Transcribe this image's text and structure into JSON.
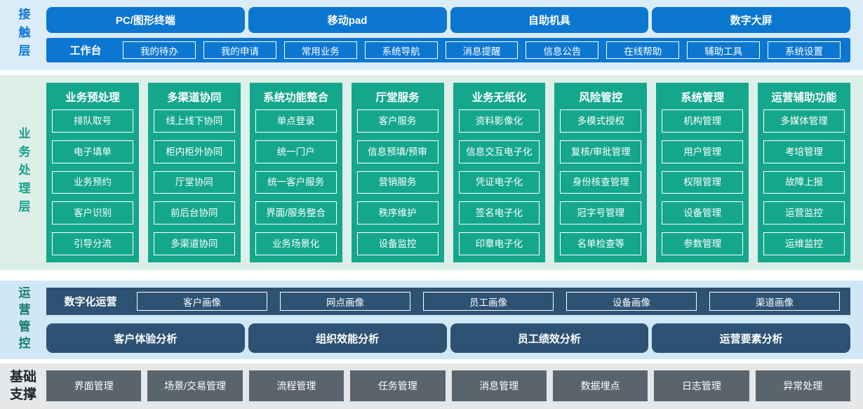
{
  "colors": {
    "accent_blue": "#0c77d1",
    "teal_green": "#14a78c",
    "dark_slate_blue": "#2d5273",
    "slate_gray": "#5a646d",
    "bg_light_blue": "#daecf8",
    "bg_light_green": "#ddefe9",
    "bg_ops_blue": "#d0e7f6",
    "bg_light_gray": "#e5e7e9"
  },
  "contact_layer": {
    "label": "接触层",
    "terminals": [
      "PC/图形终端",
      "移动pad",
      "自助机具",
      "数字大屏"
    ],
    "workbench": {
      "label": "工作台",
      "items": [
        "我的待办",
        "我的申请",
        "常用业务",
        "系统导航",
        "消息提醒",
        "信息公告",
        "在线帮助",
        "辅助工具",
        "系统设置"
      ]
    }
  },
  "business_layer": {
    "label": "业务处理层",
    "columns": [
      {
        "title": "业务预处理",
        "items": [
          "排队取号",
          "电子填单",
          "业务预约",
          "客户识别",
          "引导分流"
        ]
      },
      {
        "title": "多渠道协同",
        "items": [
          "线上线下协同",
          "柜内柜外协同",
          "厅堂协同",
          "前后台协同",
          "多渠道协同"
        ]
      },
      {
        "title": "系统功能整合",
        "items": [
          "单点登录",
          "统一门户",
          "统一客户服务",
          "界面/服务整合",
          "业务场景化"
        ]
      },
      {
        "title": "厅堂服务",
        "items": [
          "客户服务",
          "信息预填/预审",
          "营销服务",
          "秩序维护",
          "设备监控"
        ]
      },
      {
        "title": "业务无纸化",
        "items": [
          "资料影像化",
          "信息交互电子化",
          "凭证电子化",
          "签名电子化",
          "印章电子化"
        ]
      },
      {
        "title": "风险管控",
        "items": [
          "多模式授权",
          "复核/审批管理",
          "身份核查管理",
          "冠字号管理",
          "名单检查等"
        ]
      },
      {
        "title": "系统管理",
        "items": [
          "机构管理",
          "用户管理",
          "权限管理",
          "设备管理",
          "参数管理"
        ]
      },
      {
        "title": "运营辅助功能",
        "items": [
          "多媒体管理",
          "考培管理",
          "故障上报",
          "运营监控",
          "运维监控"
        ]
      }
    ]
  },
  "operations_layer": {
    "label": "运营管控",
    "digital_ops": {
      "label": "数字化运营",
      "items": [
        "客户画像",
        "网点画像",
        "员工画像",
        "设备画像",
        "渠道画像"
      ]
    },
    "analysis": [
      "客户体验分析",
      "组织效能分析",
      "员工绩效分析",
      "运营要素分析"
    ]
  },
  "base_layer": {
    "label": "基础支撑",
    "items": [
      "界面管理",
      "场景/交易管理",
      "流程管理",
      "任务管理",
      "消息管理",
      "数据埋点",
      "日志管理",
      "异常处理"
    ]
  }
}
